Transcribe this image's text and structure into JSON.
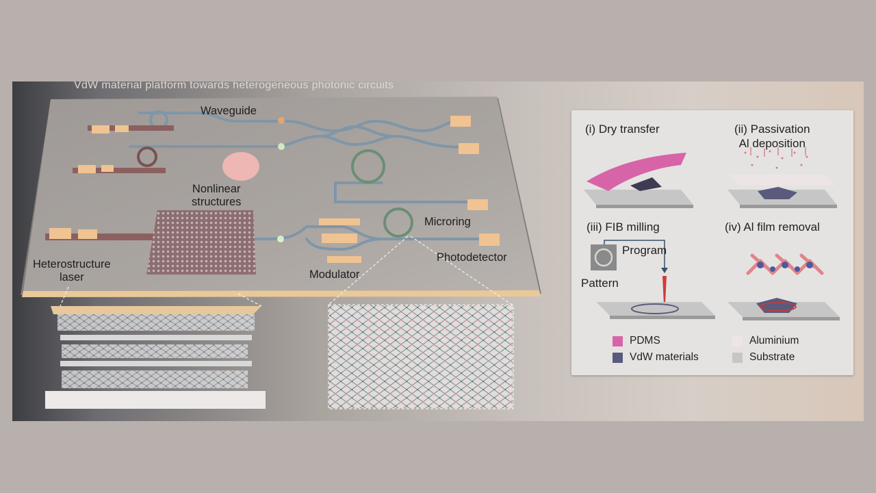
{
  "figure": {
    "title": "VdW material platform towards heterogeneous photonic circuits"
  },
  "chip_labels": {
    "waveguide": "Waveguide",
    "nonlinear": "Nonlinear\nstructures",
    "microring": "Microring",
    "photodetector": "Photodetector",
    "modulator": "Modulator",
    "laser": "Heterostructure\nlaser"
  },
  "process": {
    "step1": "(i) Dry transfer",
    "step2": "(ii) Passivation\nAl deposition",
    "step3": "(iii) FIB milling",
    "step4": "(iv) Al film removal",
    "program": "Program",
    "pattern": "Pattern"
  },
  "legend": [
    {
      "label": "PDMS",
      "color": "#d864a8"
    },
    {
      "label": "Aluminium",
      "color": "#efe4e6"
    },
    {
      "label": "VdW materials",
      "color": "#5a5a7c"
    },
    {
      "label": "Substrate",
      "color": "#c6c6c6"
    }
  ],
  "colors": {
    "chip_surface": "#a6a19d",
    "waveguide": "#7f96a8",
    "pad": "#f0c392",
    "laser_bar": "#8c6060"
  }
}
